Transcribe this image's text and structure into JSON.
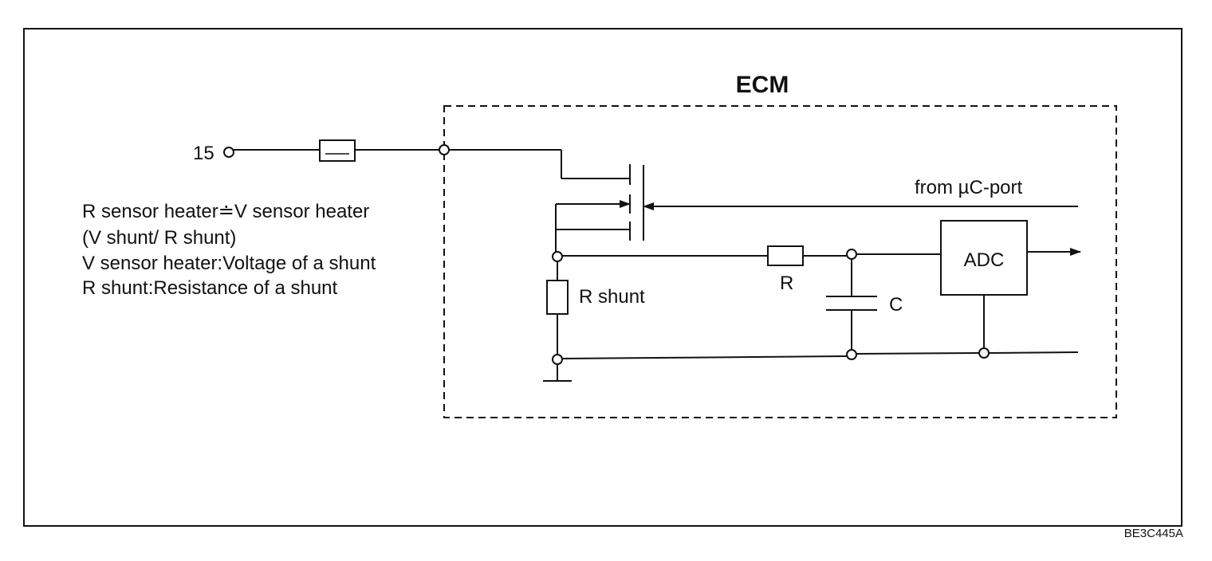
{
  "title": "ECM",
  "terminal_label": "15",
  "notes": [
    "R sensor heater≐V sensor heater",
    "(V shunt/ R shunt)",
    "V sensor heater:Voltage of a shunt",
    "R shunt:Resistance of a shunt"
  ],
  "labels": {
    "uc_port": "from µC-port",
    "r_shunt": "R shunt",
    "r": "R",
    "c": "C",
    "adc": "ADC"
  },
  "figure_code": "BE3C445A"
}
